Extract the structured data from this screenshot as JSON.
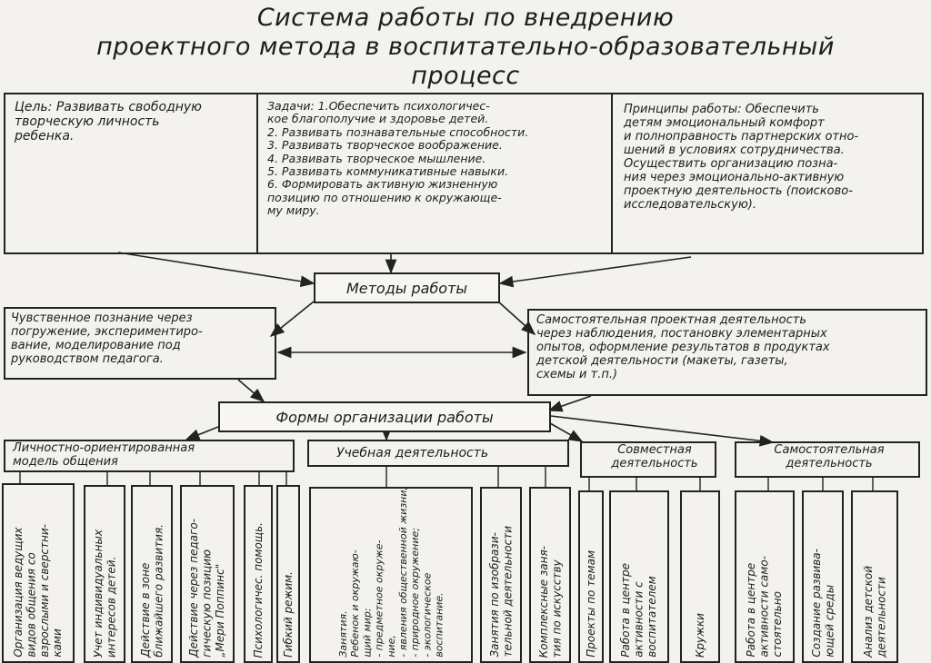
{
  "title": "Система работы по внедрению\nпроектного метода в воспитательно-образовательный\nпроцесс",
  "top": {
    "goal": "Цель: Развивать свободную\n         творческую личность\n         ребенка.",
    "tasks": "Задачи: 1.Обеспечить психологичес-\n    кое благополучие и здоровье детей.\n2. Развивать познавательные способности.\n3. Развивать творческое воображение.\n4. Развивать творческое мышление.\n5. Развивать коммуникативные навыки.\n6. Формировать активную жизненную\n    позицию по отношению к окружающе-\n    му миру.",
    "principles": "Принципы работы: Обеспечить\nдетям эмоциональный комфорт\nи полноправность партнерских отно-\nшений в условиях сотрудничества.\nОсуществить организацию позна-\nния через эмоционально-активную\nпроектную деятельность (поисково-\nисследовательскую)."
  },
  "methods": {
    "label": "Методы работы",
    "left": "Чувственное познание через\nпогружение, экспериментиро-\nвание, моделирование под\nруководством педагога.",
    "right": "Самостоятельная проектная деятельность\nчерез наблюдения, постановку элементарных\nопытов, оформление результатов в продуктах\nдетской деятельности (макеты, газеты,\nсхемы и т.п.)"
  },
  "forms": {
    "label": "Формы организации работы",
    "categories": [
      "Личностно-ориентированная\nмодель общения",
      "Учебная деятельность",
      "Совместная\nдеятельность",
      "Самостоятельная\nдеятельность"
    ]
  },
  "leaves": [
    "Организация ведущих\nвидов общения со\nвзрослыми и сверстни-\nками",
    "Учет индивидуальных\nинтересов детей.",
    "Действие в зоне\nближайшего развития.",
    "Действие через педаго-\nгическую позицию\n„Мери Поппинс\"",
    "Психологичес. помощь.",
    "Гибкий режим.",
    "Занятия.\nРебенок и окружаю-\nщий мир:\n- предметное окруже-\nние,\n- явления общественной жизни,\n- природное окружение;\n- экологическое\nвоспитание.",
    "Занятия по изобрази-\nтельной деятельности",
    "Комплексные заня-\nтия по искусству",
    "Проекты по темам",
    "Работа в центре\nактивности с\nвоспитателем",
    "Кружки",
    "Работа в центре\nактивности само-\nстоятельно",
    "Создание развива-\nющей среды",
    "Анализ детской\nдеятельности"
  ]
}
